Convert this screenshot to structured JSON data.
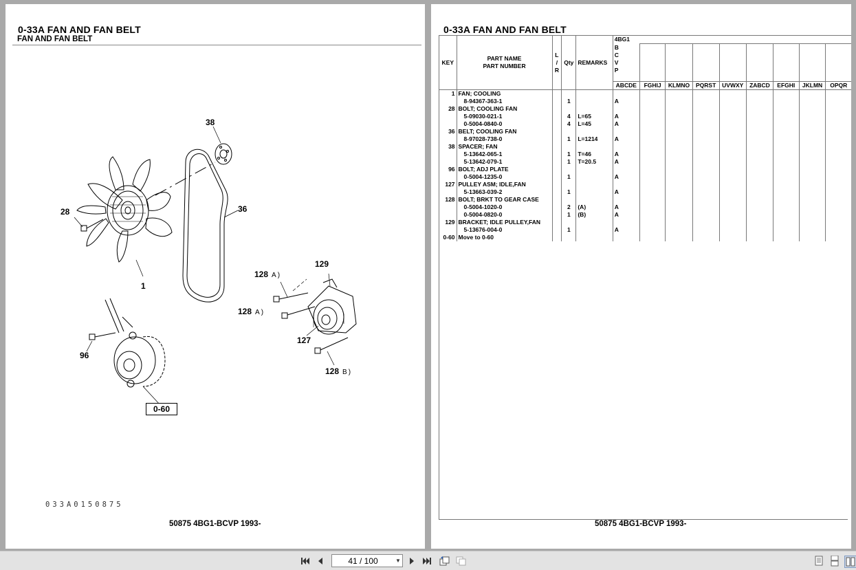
{
  "left_page": {
    "title": "0-33A  FAN AND FAN BELT",
    "subtitle": "FAN AND FAN BELT",
    "illustration_code": "033A0150875",
    "footer": "50875 4BG1-BCVP 1993-",
    "callouts": {
      "c38": "38",
      "c28": "28",
      "c36": "36",
      "c1": "1",
      "c129": "129",
      "c128a": "128",
      "c128a_sfx": "A)",
      "c128b": "128",
      "c128b_sfx": "A)",
      "c127": "127",
      "c128c": "128",
      "c128c_sfx": "B)",
      "c96": "96",
      "ref_box": "0-60"
    }
  },
  "right_page": {
    "title": "0-33A  FAN AND FAN BELT",
    "footer": "50875 4BG1-BCVP 1993-",
    "table": {
      "header": {
        "key": "KEY",
        "part_name": "PART NAME",
        "part_number": "PART NUMBER",
        "lr_l": "L",
        "lr_s": "/",
        "lr_r": "R",
        "qty": "Qty",
        "remarks": "REMARKS",
        "model": "4BG1",
        "bcvp": [
          "B",
          "C",
          "V",
          "P"
        ],
        "groups": [
          "ABCDE",
          "FGHIJ",
          "KLMNO",
          "PQRST",
          "UVWXY",
          "ZABCD",
          "EFGHI",
          "JKLMN",
          "OPQR"
        ]
      },
      "rows": [
        {
          "key": "1",
          "name": "FAN; COOLING",
          "qty": "",
          "remarks": "",
          "a": ""
        },
        {
          "key": "",
          "name": "8-94367-363-1",
          "qty": "1",
          "remarks": "",
          "a": "A"
        },
        {
          "key": "28",
          "name": "BOLT; COOLING FAN",
          "qty": "",
          "remarks": "",
          "a": ""
        },
        {
          "key": "",
          "name": "5-09030-021-1",
          "qty": "4",
          "remarks": "L=65",
          "a": "A"
        },
        {
          "key": "",
          "name": "0-5004-0840-0",
          "qty": "4",
          "remarks": "L=45",
          "a": "A"
        },
        {
          "key": "36",
          "name": "BELT; COOLING FAN",
          "qty": "",
          "remarks": "",
          "a": ""
        },
        {
          "key": "",
          "name": "8-97028-738-0",
          "qty": "1",
          "remarks": "L=1214",
          "a": "A"
        },
        {
          "key": "38",
          "name": "SPACER; FAN",
          "qty": "",
          "remarks": "",
          "a": ""
        },
        {
          "key": "",
          "name": "5-13642-065-1",
          "qty": "1",
          "remarks": "T=46",
          "a": "A"
        },
        {
          "key": "",
          "name": "5-13642-079-1",
          "qty": "1",
          "remarks": "T=20.5",
          "a": "A"
        },
        {
          "key": "96",
          "name": "BOLT; ADJ PLATE",
          "qty": "",
          "remarks": "",
          "a": ""
        },
        {
          "key": "",
          "name": "0-5004-1235-0",
          "qty": "1",
          "remarks": "",
          "a": "A"
        },
        {
          "key": "127",
          "name": "PULLEY ASM; IDLE,FAN",
          "qty": "",
          "remarks": "",
          "a": ""
        },
        {
          "key": "",
          "name": "5-13663-039-2",
          "qty": "1",
          "remarks": "",
          "a": "A"
        },
        {
          "key": "128",
          "name": "BOLT; BRKT TO GEAR CASE",
          "qty": "",
          "remarks": "",
          "a": ""
        },
        {
          "key": "",
          "name": "0-5004-1020-0",
          "qty": "2",
          "remarks": "(A)",
          "a": "A"
        },
        {
          "key": "",
          "name": "0-5004-0820-0",
          "qty": "1",
          "remarks": "(B)",
          "a": "A"
        },
        {
          "key": "129",
          "name": "BRACKET; IDLE PULLEY,FAN",
          "qty": "",
          "remarks": "",
          "a": ""
        },
        {
          "key": "",
          "name": "5-13676-004-0",
          "qty": "1",
          "remarks": "",
          "a": "A"
        },
        {
          "key": "0-60",
          "name": "Move to 0-60",
          "qty": "",
          "remarks": "",
          "a": ""
        }
      ]
    }
  },
  "toolbar": {
    "page_indicator": "41 / 100"
  }
}
